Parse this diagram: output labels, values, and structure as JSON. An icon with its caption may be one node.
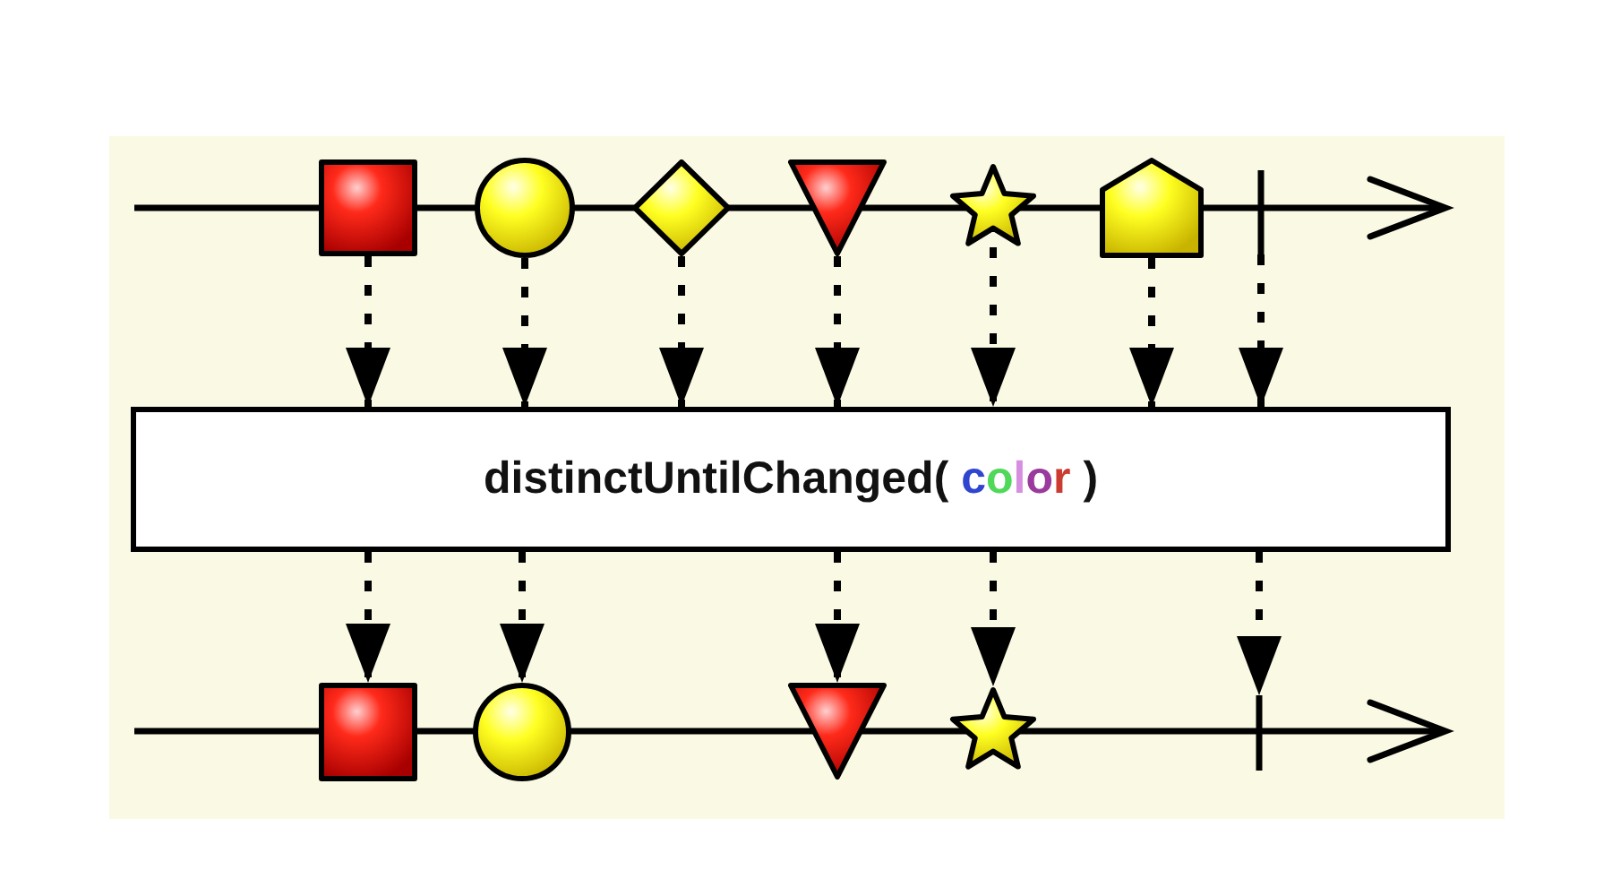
{
  "diagram": {
    "nodes": [
      {
        "text": [],
        "shape": "square"
      },
      {
        "text": [],
        "shape": "circle"
      },
      {
        "text": [],
        "shape": "diamond"
      },
      {
        "text": [],
        "shape": "triangle"
      },
      {
        "text": [],
        "shape": "star"
      },
      {
        "text": [],
        "shape": "pentagon"
      },
      {
        "text": [],
        "shape": "bar"
      },
      {
        "text": [
          "distinctUntilChanged( color )"
        ]
      },
      {
        "text": [],
        "shape": "square"
      },
      {
        "text": [],
        "shape": "circle"
      },
      {
        "text": [],
        "shape": "triangle"
      },
      {
        "text": [],
        "shape": "star"
      },
      {
        "text": [],
        "shape": "bar"
      }
    ],
    "edges": [
      {
        "from": 0,
        "to": 7,
        "arrow": "to",
        "style": "dashed"
      },
      {
        "from": 1,
        "to": 7,
        "arrow": "to",
        "style": "dashed"
      },
      {
        "from": 2,
        "to": 7,
        "arrow": "to",
        "style": "dashed"
      },
      {
        "from": 3,
        "to": 7,
        "arrow": "to",
        "style": "dashed"
      },
      {
        "from": 4,
        "to": 7,
        "arrow": "to",
        "style": "dashed"
      },
      {
        "from": 5,
        "to": 7,
        "arrow": "to",
        "style": "dashed"
      },
      {
        "from": 6,
        "to": 7,
        "arrow": "to",
        "style": "dashed"
      },
      {
        "from": 7,
        "to": 8,
        "arrow": "to",
        "style": "dashed"
      },
      {
        "from": 7,
        "to": 9,
        "arrow": "to",
        "style": "dashed"
      },
      {
        "from": 7,
        "to": 10,
        "arrow": "to",
        "style": "dashed"
      },
      {
        "from": 7,
        "to": 11,
        "arrow": "to",
        "style": "dashed"
      },
      {
        "from": 7,
        "to": 12,
        "arrow": "to",
        "style": "dashed"
      }
    ]
  }
}
